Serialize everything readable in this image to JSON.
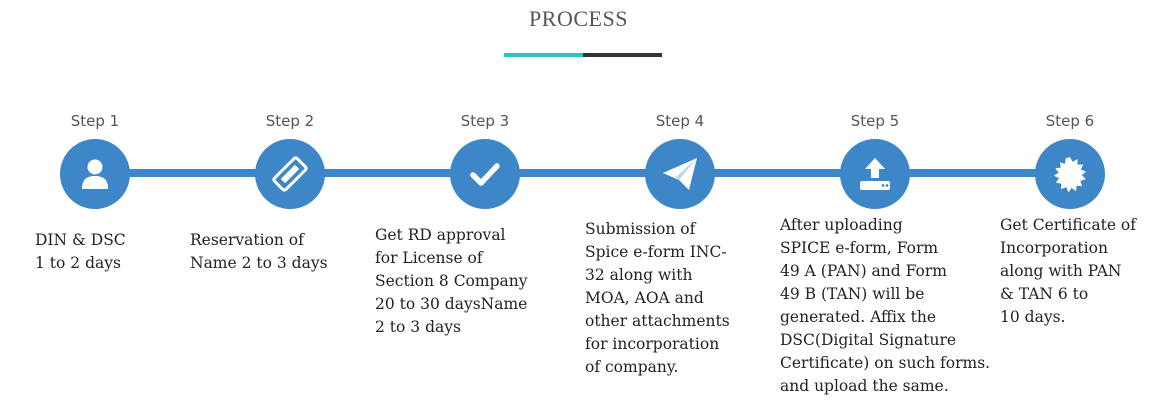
{
  "header": {
    "title": "PROCESS"
  },
  "colors": {
    "primary": "#3d87c8",
    "accent": "#2cc3c6",
    "dark": "#333333"
  },
  "steps": [
    {
      "label": "Step 1",
      "icon": "user-icon",
      "description": "DIN & DSC\n1 to 2 days"
    },
    {
      "label": "Step 2",
      "icon": "ticket-icon",
      "description": "Reservation of\nName 2 to 3 days"
    },
    {
      "label": "Step 3",
      "icon": "checkmark-icon",
      "description": "Get RD approval\nfor License of\nSection 8 Company\n20 to 30 daysName\n2 to 3 days"
    },
    {
      "label": "Step 4",
      "icon": "paper-plane-icon",
      "description": "Submission of\nSpice e-form INC-\n32 along with\nMOA, AOA and\nother attachments\nfor incorporation\nof company."
    },
    {
      "label": "Step 5",
      "icon": "upload-icon",
      "description": "After uploading\nSPICE e-form, Form\n49 A (PAN) and Form\n49 B (TAN) will be\ngenerated. Affix the\nDSC(Digital Signature\nCertificate) on such forms.\nand upload the same."
    },
    {
      "label": "Step 6",
      "icon": "certificate-badge-icon",
      "description": "Get Certificate of\nIncorporation\nalong with PAN\n& TAN 6 to\n10 days."
    }
  ]
}
